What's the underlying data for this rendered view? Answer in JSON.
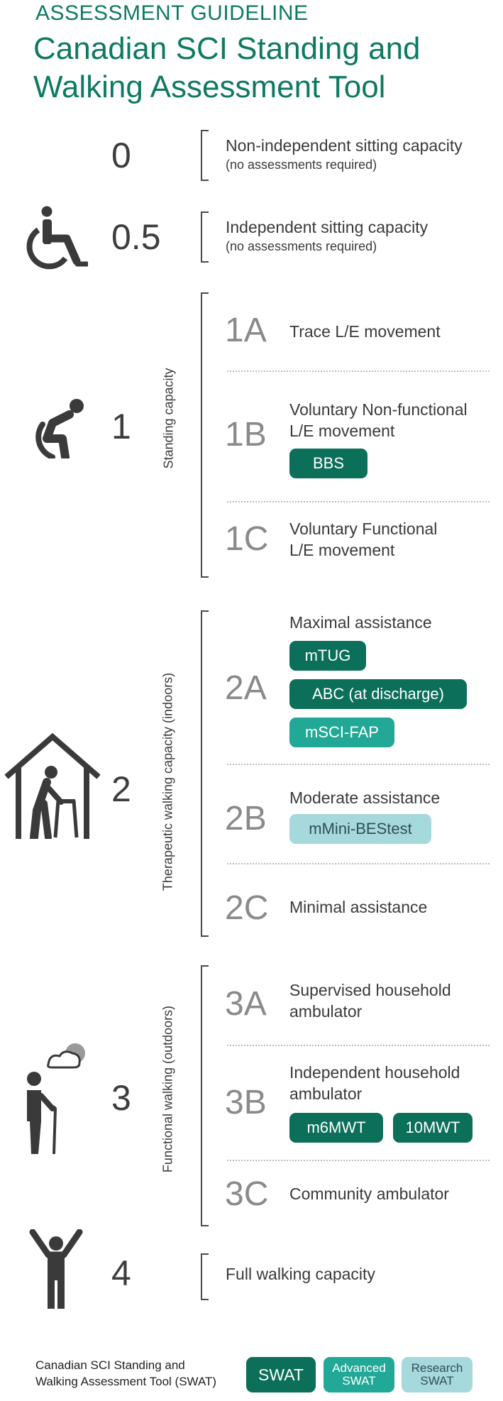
{
  "header": {
    "kicker": "ASSESSMENT GUIDELINE",
    "title_line1": "Canadian SCI Standing and",
    "title_line2": "Walking Assessment Tool"
  },
  "levels": {
    "l0": {
      "num": "0",
      "desc": "Non-independent sitting capacity",
      "note": "(no assessments required)"
    },
    "l05": {
      "num": "0.5",
      "desc": "Independent sitting capacity",
      "note": "(no assessments required)"
    },
    "l1": {
      "num": "1",
      "side_label": "Standing capacity",
      "a": {
        "code": "1A",
        "desc": "Trace L/E movement"
      },
      "b": {
        "code": "1B",
        "desc1": "Voluntary Non-functional",
        "desc2": "L/E movement",
        "pills": [
          "BBS"
        ]
      },
      "c": {
        "code": "1C",
        "desc1": "Voluntary Functional",
        "desc2": "L/E movement"
      }
    },
    "l2": {
      "num": "2",
      "side_label": "Therapeutic walking capacity (indoors)",
      "a": {
        "code": "2A",
        "desc": "Maximal assistance",
        "pills": [
          "mTUG",
          "ABC (at discharge)",
          "mSCI-FAP"
        ]
      },
      "b": {
        "code": "2B",
        "desc": "Moderate assistance",
        "pills": [
          "mMini-BEStest"
        ]
      },
      "c": {
        "code": "2C",
        "desc": "Minimal assistance"
      }
    },
    "l3": {
      "num": "3",
      "side_label": "Functional walking (outdoors)",
      "a": {
        "code": "3A",
        "desc1": "Supervised household",
        "desc2": "ambulator"
      },
      "b": {
        "code": "3B",
        "desc1": "Independent household",
        "desc2": "ambulator",
        "pills": [
          "m6MWT",
          "10MWT"
        ]
      },
      "c": {
        "code": "3C",
        "desc": "Community ambulator"
      }
    },
    "l4": {
      "num": "4",
      "desc": "Full walking capacity"
    }
  },
  "legend": {
    "label_line1": "Canadian SCI Standing and",
    "label_line2": "Walking Assessment Tool (SWAT)",
    "swat": "SWAT",
    "advanced_line1": "Advanced",
    "advanced_line2": "SWAT",
    "research_line1": "Research",
    "research_line2": "SWAT"
  },
  "colors": {
    "title_green": "#0e7a62",
    "swat": "#0b6f5a",
    "advanced": "#22a896",
    "research": "#a6d9dc"
  },
  "icons": [
    "wheelchair-icon",
    "standing-up-icon",
    "house-walker-icon",
    "cane-walker-icon",
    "person-arms-up-icon"
  ]
}
